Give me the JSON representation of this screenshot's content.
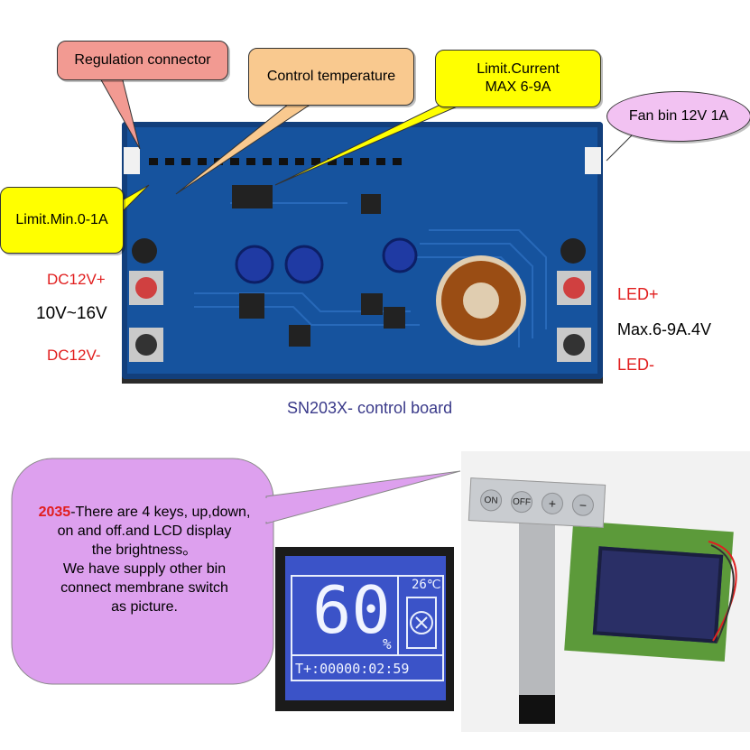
{
  "callouts": {
    "regulation": "Regulation connector",
    "control_temp": "Control temperature",
    "limit_current_line1": "Limit.Current",
    "limit_current_line2": "MAX 6-9A",
    "fan": "Fan bin 12V 1A",
    "limit_min": "Limit.Min.0-1A"
  },
  "left_labels": {
    "dc_plus": "DC12V+",
    "voltage": "10V~16V",
    "dc_minus": "DC12V-"
  },
  "right_labels": {
    "led_plus": "LED+",
    "max": "Max.6-9A.4V",
    "led_minus": "LED-"
  },
  "caption": "SN203X- control board",
  "description": {
    "model": "2035",
    "line1": "-There are 4 keys, up,down,",
    "line2": "on and off.and LCD display",
    "line3": "the brightness。",
    "line4": "We have supply other bin",
    "line5": "connect  membrane switch",
    "line6": "as picture."
  },
  "lcd": {
    "value": "60",
    "unit": "%",
    "temp": "26℃",
    "timer": "T+:00000:02:59"
  },
  "keypad": {
    "on": "ON",
    "off": "OFF",
    "plus": "+",
    "minus": "−"
  },
  "colors": {
    "board_blue": "#16539e",
    "callout_pink": "#f29a92",
    "callout_orange": "#f9c98f",
    "callout_yellow": "#ffff00",
    "callout_lilac": "#f2c2f2",
    "bubble_purple": "#dda0ee",
    "label_red": "#e11d1d",
    "caption_blue": "#3a3a8a",
    "lcd_blue": "#3b53c8"
  }
}
